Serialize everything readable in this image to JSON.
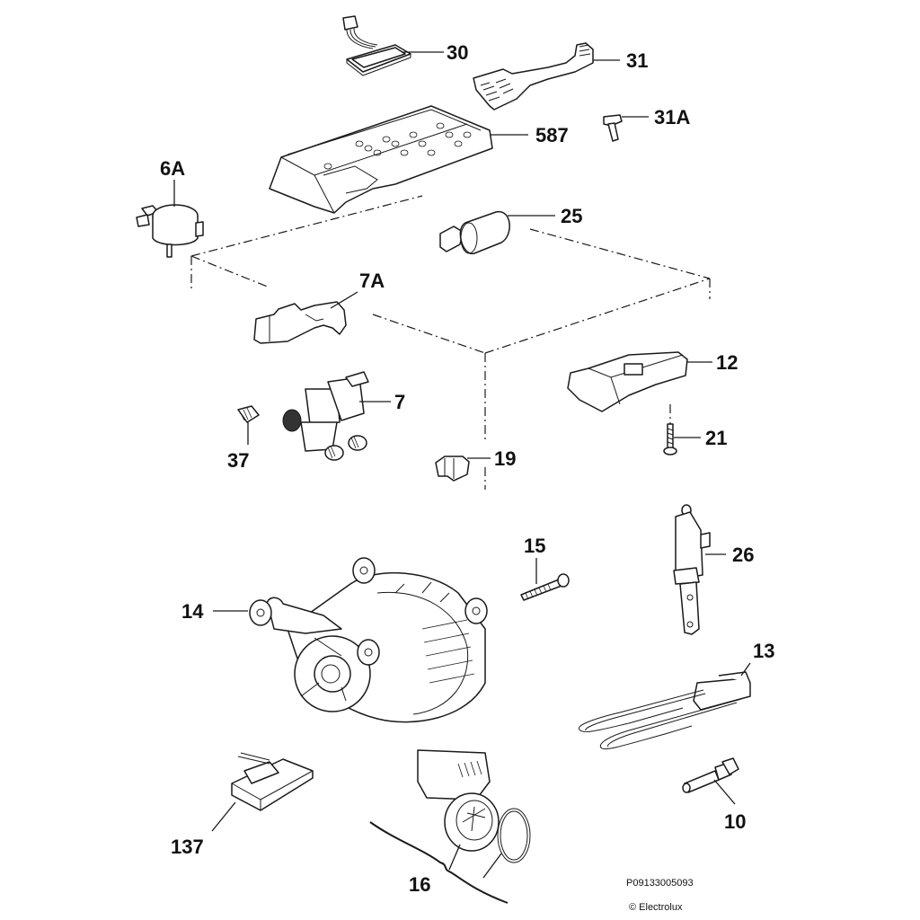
{
  "diagram": {
    "title": "Exploded parts view",
    "parts": [
      {
        "id": "30",
        "label": "30",
        "description": "display board with ribbon cable"
      },
      {
        "id": "31",
        "label": "31",
        "description": "key/switch board"
      },
      {
        "id": "31A",
        "label": "31A",
        "description": "small connector/knob"
      },
      {
        "id": "587",
        "label": "587",
        "description": "electronic control module"
      },
      {
        "id": "6A",
        "label": "6A",
        "description": "pressure switch"
      },
      {
        "id": "25",
        "label": "25",
        "description": "interference suppressor capacitor"
      },
      {
        "id": "7A",
        "label": "7A",
        "description": "bracket/clip"
      },
      {
        "id": "12",
        "label": "12",
        "description": "door interlock"
      },
      {
        "id": "21",
        "label": "21",
        "description": "screw"
      },
      {
        "id": "7",
        "label": "7",
        "description": "inlet solenoid valve"
      },
      {
        "id": "37",
        "label": "37",
        "description": "filter"
      },
      {
        "id": "19",
        "label": "19",
        "description": "clip"
      },
      {
        "id": "15",
        "label": "15",
        "description": "screw"
      },
      {
        "id": "26",
        "label": "26",
        "description": "thermostat/sensor bracket"
      },
      {
        "id": "14",
        "label": "14",
        "description": "motor"
      },
      {
        "id": "13",
        "label": "13",
        "description": "heating element"
      },
      {
        "id": "10",
        "label": "10",
        "description": "NTC sensor"
      },
      {
        "id": "137",
        "label": "137",
        "description": "switch"
      },
      {
        "id": "16",
        "label": "16",
        "description": "drain pump with gasket"
      }
    ]
  },
  "footer": {
    "part_number": "P09133005093",
    "copyright": "© Electrolux"
  }
}
